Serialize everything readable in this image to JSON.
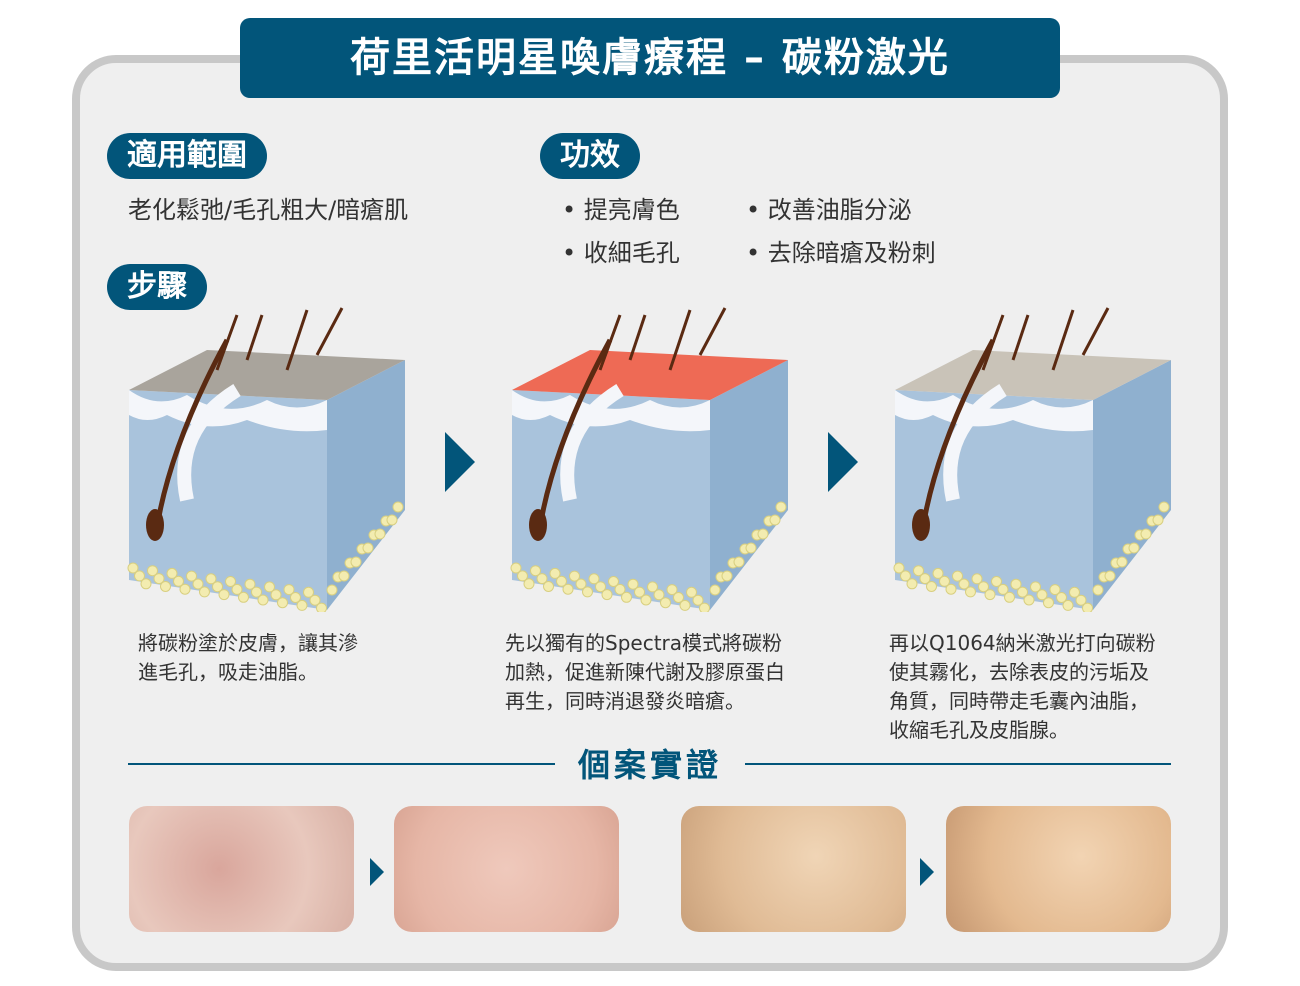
{
  "title": "荷里活明星喚膚療程 – 碳粉激光",
  "scope": {
    "label": "適用範圍",
    "text": "老化鬆弛/毛孔粗大/暗瘡肌"
  },
  "effects": {
    "label": "功效",
    "items": [
      "提亮膚色",
      "收細毛孔",
      "改善油脂分泌",
      "去除暗瘡及粉刺"
    ]
  },
  "steps": {
    "label": "步驟",
    "items": [
      {
        "lines": [
          "將碳粉塗於皮膚，讓其滲",
          "進毛孔，吸走油脂。"
        ]
      },
      {
        "lines": [
          "先以獨有的Spectra模式將碳粉",
          "加熱，促進新陳代謝及膠原蛋白",
          "再生，同時消退發炎暗瘡。"
        ]
      },
      {
        "lines": [
          "再以Q1064納米激光打向碳粉",
          "使其霧化，去除表皮的污垢及",
          "角質，同時帶走毛囊內油脂，",
          "收縮毛孔及皮脂腺。"
        ]
      }
    ]
  },
  "cases": {
    "label": "個案實證"
  },
  "colors": {
    "brand": "#02557a",
    "frame": "#c8c8c8"
  }
}
